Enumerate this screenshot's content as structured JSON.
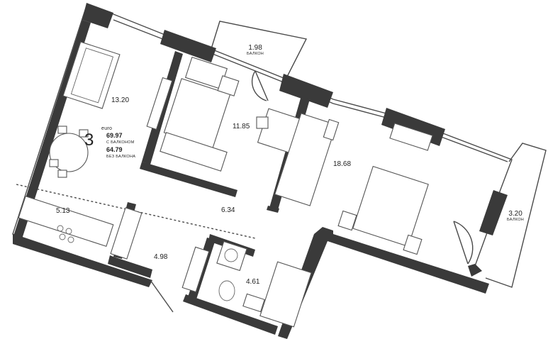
{
  "apartment": {
    "type_prefix": "euro",
    "rooms": "3",
    "area_with_balcony": "69.97",
    "with_balcony_label": "С БАЛКОНОМ",
    "area_without_balcony": "64.79",
    "without_balcony_label": "БЕЗ БАЛКОНА"
  },
  "rooms": [
    {
      "id": "living",
      "area": "13.20"
    },
    {
      "id": "bedroom-small",
      "area": "11.85"
    },
    {
      "id": "bedroom-large",
      "area": "18.68"
    },
    {
      "id": "kitchen",
      "area": "5.13"
    },
    {
      "id": "hall",
      "area": "6.34"
    },
    {
      "id": "entrance",
      "area": "4.98"
    },
    {
      "id": "bathroom",
      "area": "4.61"
    }
  ],
  "balconies": [
    {
      "id": "balcony-top",
      "area": "1.98",
      "label": "БАЛКОН"
    },
    {
      "id": "balcony-right",
      "area": "3.20",
      "label": "БАЛКОН"
    }
  ],
  "colors": {
    "wall": "#3a3a3a",
    "line": "#4a4a4a",
    "background": "#ffffff"
  }
}
